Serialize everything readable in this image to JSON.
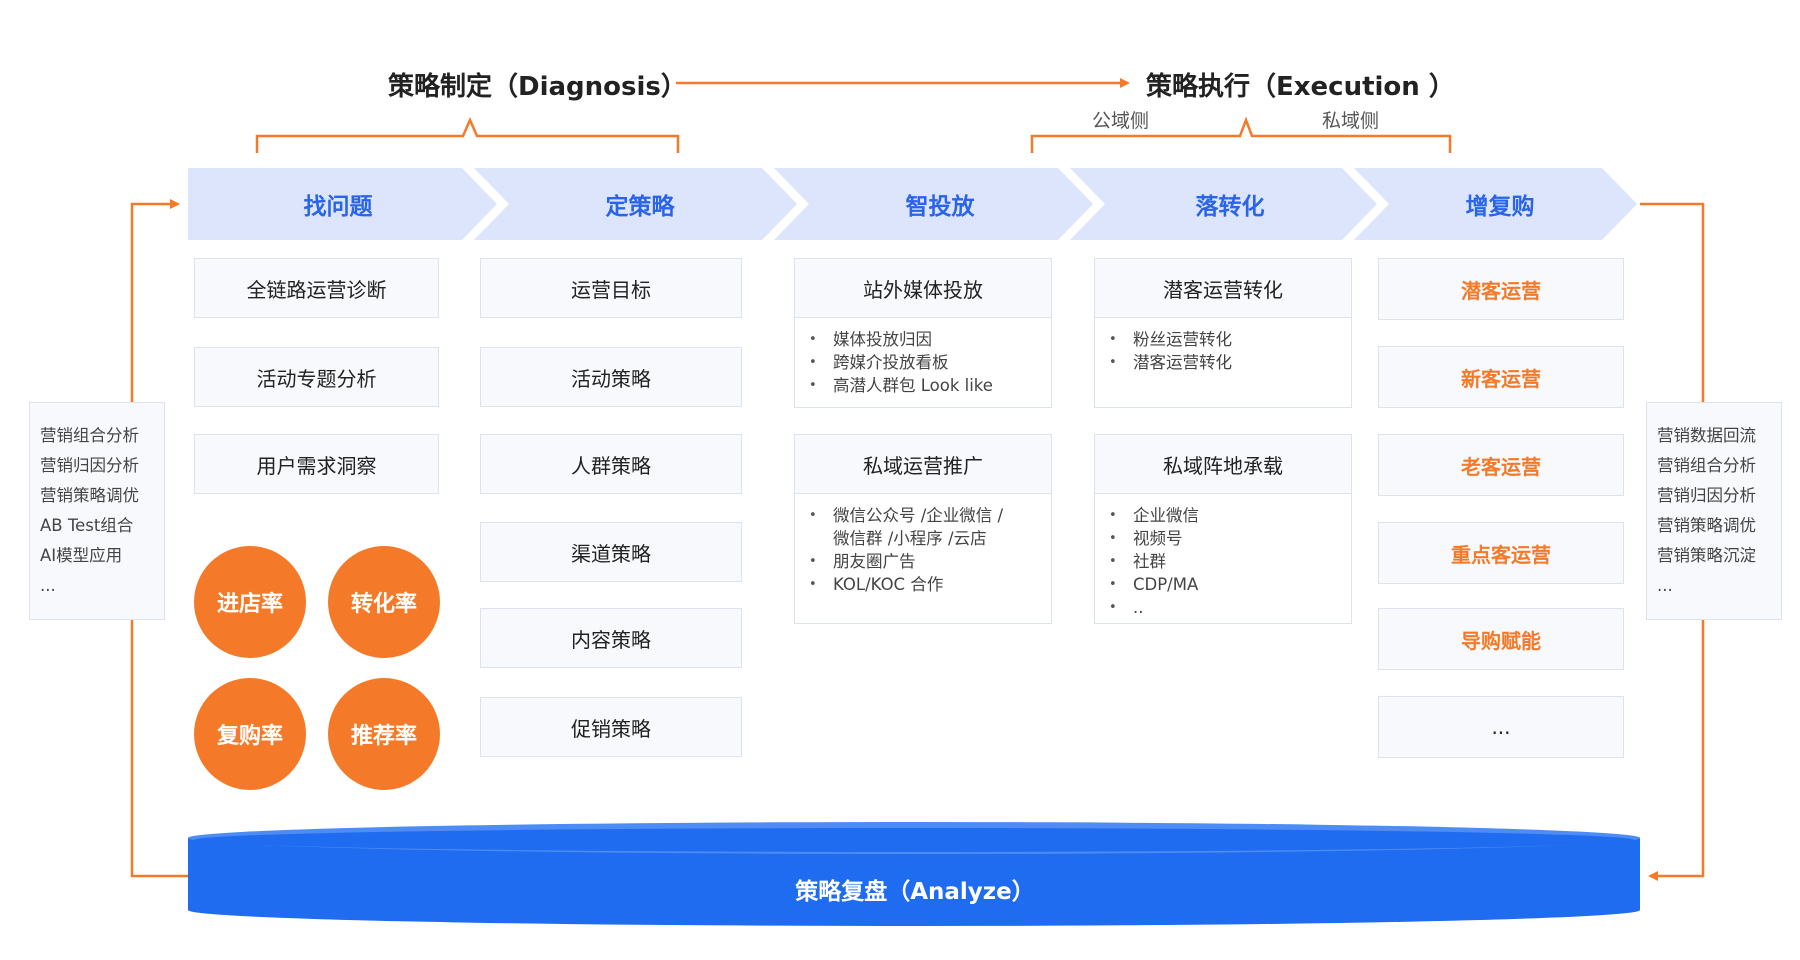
{
  "header": {
    "diagnosis_title": "策略制定（Diagnosis）",
    "execution_title": "策略执行（Execution ）",
    "public_domain": "公域侧",
    "private_domain": "私域侧"
  },
  "stages": [
    "找问题",
    "定策略",
    "智投放",
    "落转化",
    "增复购"
  ],
  "find_problem": {
    "cards": [
      "全链路运营诊断",
      "活动专题分析",
      "用户需求洞察"
    ],
    "metrics": [
      "进店率",
      "转化率",
      "复购率",
      "推荐率"
    ]
  },
  "strategy": {
    "cards": [
      "运营目标",
      "活动策略",
      "人群策略",
      "渠道策略",
      "内容策略",
      "促销策略"
    ]
  },
  "delivery": {
    "panel1": {
      "title": "站外媒体投放",
      "items": [
        "媒体投放归因",
        "跨媒介投放看板",
        "高潜人群包 Look like"
      ]
    },
    "panel2": {
      "title": "私域运营推广",
      "items": [
        "微信公众号 /企业微信 /",
        "微信群 /小程序 /云店",
        "朋友圈广告",
        "KOL/KOC 合作"
      ]
    }
  },
  "conversion": {
    "panel1": {
      "title": "潜客运营转化",
      "items": [
        "粉丝运营转化",
        "潜客运营转化"
      ]
    },
    "panel2": {
      "title": "私域阵地承载",
      "items": [
        "企业微信",
        "视频号",
        "社群",
        "CDP/MA",
        ".."
      ]
    }
  },
  "repurchase": {
    "cards": [
      "潜客运营",
      "新客运营",
      "老客运营",
      "重点客运营",
      "导购赋能",
      "..."
    ]
  },
  "left_box": {
    "items": [
      "营销组合分析",
      "营销归因分析",
      "营销策略调优",
      "AB Test组合",
      "AI模型应用",
      "..."
    ]
  },
  "right_box": {
    "items": [
      "营销数据回流",
      "营销组合分析",
      "营销归因分析",
      "营销策略调优",
      "营销策略沉淀",
      "..."
    ]
  },
  "footer": {
    "analyze_label": "策略复盘（Analyze）"
  },
  "colors": {
    "accent_orange": "#f47a29",
    "stage_blue": "#2a64e8",
    "chevron_fill": "#dce5fb",
    "database_blue": "#1f6cf0"
  }
}
